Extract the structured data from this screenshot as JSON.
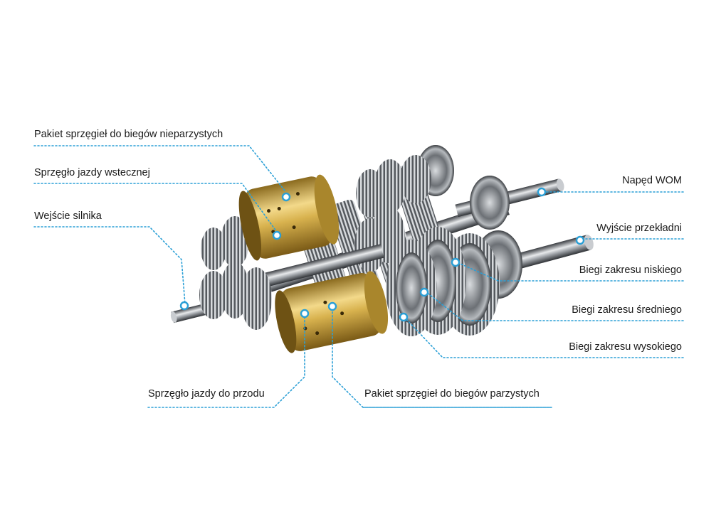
{
  "colors": {
    "leader": "#2a9fd6",
    "text": "#1a1a1a",
    "gold": "#c9a43a",
    "steel": "#8a8f96"
  },
  "callouts": {
    "odd_clutch_pack": "Pakiet sprzęgieł do biegów nieparzystych",
    "reverse_clutch": "Sprzęgło jazdy wstecznej",
    "engine_input": "Wejście silnika",
    "pto_drive": "Napęd WOM",
    "transmission_output": "Wyjście przekładni",
    "low_range_gears": "Biegi zakresu niskiego",
    "mid_range_gears": "Biegi zakresu średniego",
    "high_range_gears": "Biegi zakresu wysokiego",
    "forward_clutch": "Sprzęgło jazdy do przodu",
    "even_clutch_pack": "Pakiet sprzęgieł do biegów parzystych"
  },
  "icons": {
    "callout_marker": "ring-marker-icon",
    "gearbox": "gearbox-illustration-icon"
  }
}
